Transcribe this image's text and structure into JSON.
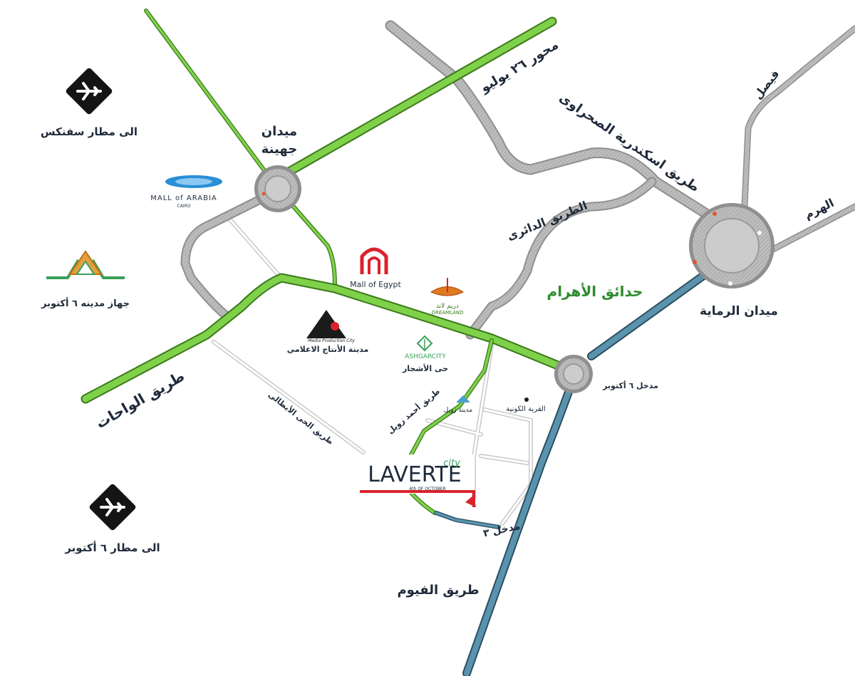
{
  "roads": {
    "mehwar_26_july": "محور ٢٦ يوليو",
    "alex_desert_road": "طريق اسكندرية الصحراوى",
    "ring_road": "الطريق الدائرى",
    "faisal": "فيصل",
    "haram": "الهرم",
    "wahat_road": "طريق الواحات",
    "italian_district_road": "طريق الحى الأيطالى",
    "ahmed_zewail_road": "طريق أحمد زويل",
    "fayoum_road": "طريق الفيوم",
    "entrance_3": "مدخل ٣",
    "entrance_6_october": "مدخل ٦ أكتوبر"
  },
  "squares": {
    "juhayna_line1": "ميدان",
    "juhayna_line2": "جهينة",
    "remaya": "ميدان الرماية"
  },
  "districts": {
    "hadayek_ahram": "حدائق الأهرام"
  },
  "airports": {
    "sphinx": "الى مطار سفنكس",
    "october": "الى مطار ٦ أكتوبر"
  },
  "landmarks": {
    "city_authority": "جهاز مدينه ٦ أكتوبر",
    "mall_of_arabia": "MALL of ARABIA",
    "mall_of_arabia_sub": "CAIRO",
    "mall_of_egypt": "Mall of Egypt",
    "dreamland_ar": "دريم لاند",
    "dreamland_en": "DREAMLAND",
    "media_city_logo": "Media Production City",
    "media_city": "مدينة الأنتاج الاعلامي",
    "ashgar_city_en": "ASHGARCITY",
    "ashgar_city_ar": "حى الأشجار",
    "zewail_city": "مدينة زويل",
    "smart_village": "القرية الكونية"
  },
  "project": {
    "name": "LAVERTE",
    "suffix": "city",
    "tagline": "6th OF OCTOBER"
  },
  "colors": {
    "green_road": "#6cc03a",
    "gray_road": "#b4b4b4",
    "blue_road": "#4a7b93",
    "brand_red": "#d9232d",
    "district_green": "#2e8b2e"
  },
  "icons": {
    "airport": "airplane-icon"
  }
}
